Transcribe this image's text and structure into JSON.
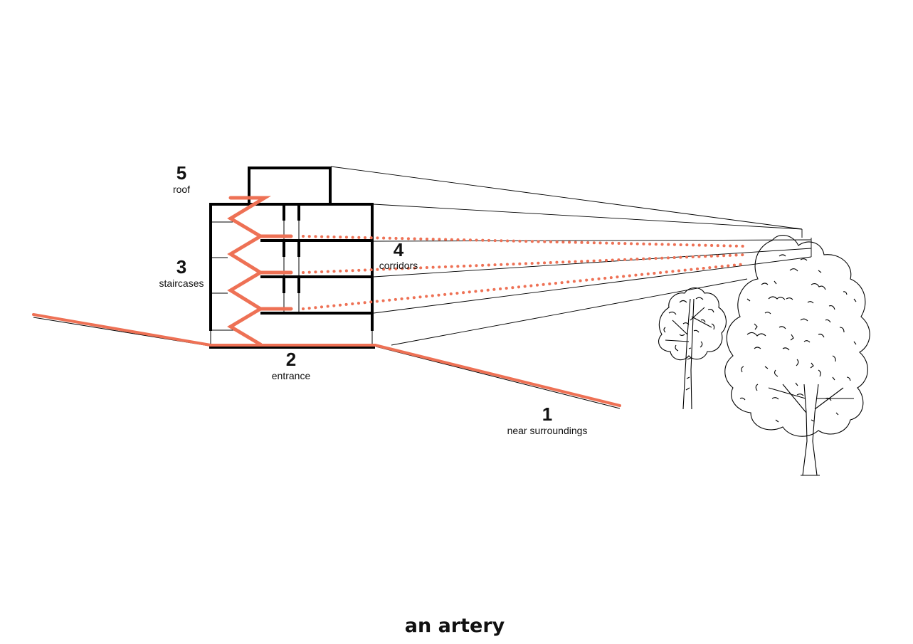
{
  "colors": {
    "accent": "#ee7155",
    "structure": "#000000",
    "background": "#ffffff"
  },
  "labels": {
    "near_surroundings": {
      "number": "1",
      "text": "near surroundings"
    },
    "entrance": {
      "number": "2",
      "text": "entrance"
    },
    "staircases": {
      "number": "3",
      "text": "staircases"
    },
    "corridors": {
      "number": "4",
      "text": "corridors"
    },
    "roof": {
      "number": "5",
      "text": "roof"
    }
  },
  "title": "an artery",
  "icons": {
    "trees": "tree-icon"
  }
}
